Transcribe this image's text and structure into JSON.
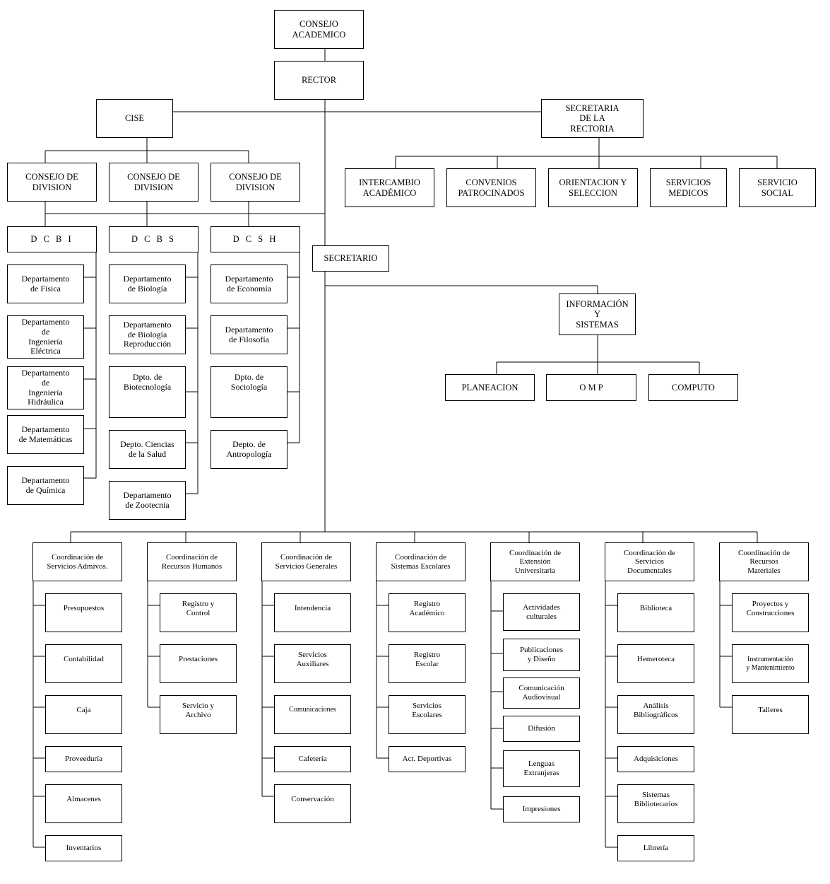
{
  "nodes": {
    "consejo_academico": "CONSEJO\nACADEMICO",
    "rector": "RECTOR",
    "cise": "CISE",
    "secretaria_rectoria": "SECRETARIA\nDE  LA\nRECTORIA",
    "intercambio": "INTERCAMBIO\nACADÉMICO",
    "convenios": "CONVENIOS\nPATROCINADOS",
    "orientacion": "ORIENTACION Y\nSELECCION",
    "servicios_medicos": "SERVICIOS\nMEDICOS",
    "servicio_social": "SERVICIO\nSOCIAL",
    "consejo_div_1": "CONSEJO DE\nDIVISION",
    "consejo_div_2": "CONSEJO DE\nDIVISION",
    "consejo_div_3": "CONSEJO DE\nDIVISION",
    "dcbi": "D C B I",
    "dcbs": "D C B S",
    "dcsh": "D C S H",
    "secretario": "SECRETARIO",
    "info_sistemas": "INFORMACIÓN\nY\nSISTEMAS",
    "planeacion": "PLANEACION",
    "omp": "O M P",
    "computo": "COMPUTO",
    "dcbi_1": "Departamento\nde Física",
    "dcbi_2": "Departamento\nde\nIngeniería\nEléctrica",
    "dcbi_3": "Departamento\nde\nIngeniería\nHidráulica",
    "dcbi_4": "Departamento\nde Matemáticas",
    "dcbi_5": "Departamento\nde Química",
    "dcbs_1": "Departamento\nde Biología",
    "dcbs_2": "Departamento\nde Biología\nReproducción",
    "dcbs_3": "Dpto. de\nBiotecnología",
    "dcbs_4": "Depto. Ciencias\nde la Salud",
    "dcbs_5": "Departamento\nde Zootecnia",
    "dcsh_1": "Departamento\nde Economía",
    "dcsh_2": "Departamento\nde Filosofía",
    "dcsh_3": "Dpto. de\nSociología",
    "dcsh_4": "Depto. de\nAntropología",
    "coord_admivos": "Coordinación de\nServicios Admivos.",
    "coord_rh": "Coordinación de\nRecursos Humanos",
    "coord_sg": "Coordinación de\nServicios Generales",
    "coord_se": "Coordinación de\nSistemas Escolares",
    "coord_eu": "Coordinación de\nExtensión\nUniversitaria",
    "coord_sd": "Coordinación de\nServicios\nDocumentales",
    "coord_rm": "Coordinación de\nRecursos\nMateriales",
    "a_1": "Presupuestos",
    "a_2": "Contabilidad",
    "a_3": "Caja",
    "a_4": "Proveeduría",
    "a_5": "Almacenes",
    "a_6": "Inventarios",
    "rh_1": "Registro y\nControl",
    "rh_2": "Prestaciones",
    "rh_3": "Servicio y\nArchivo",
    "sg_1": "Intendencia",
    "sg_2": "Servicios\nAuxiliares",
    "sg_3": "Comunicaciones",
    "sg_4": "Cafetería",
    "sg_5": "Conservación",
    "se_1": "Registro\nAcadémico",
    "se_2": "Registro\nEscolar",
    "se_3": "Servicios\nEscolares",
    "se_4": "Act. Deportivas",
    "eu_1": "Actividades\nculturales",
    "eu_2": "Publicaciones\ny Diseño",
    "eu_3": "Comunicación\nAudiovisual",
    "eu_4": "Difusión",
    "eu_5": "Lenguas\nExtranjeras",
    "eu_6": "Impresiones",
    "sd_1": "Biblioteca",
    "sd_2": "Hemeroteca",
    "sd_3": "Análisis\nBibliográficos",
    "sd_4": "Adquisiciones",
    "sd_5": "Sistemas\nBibliotecarios",
    "sd_6": "Librería",
    "rm_1": "Proyectos y\nConstrucciones",
    "rm_2": "Instrumentación\ny Mantenimiento",
    "rm_3": "Talleres"
  }
}
